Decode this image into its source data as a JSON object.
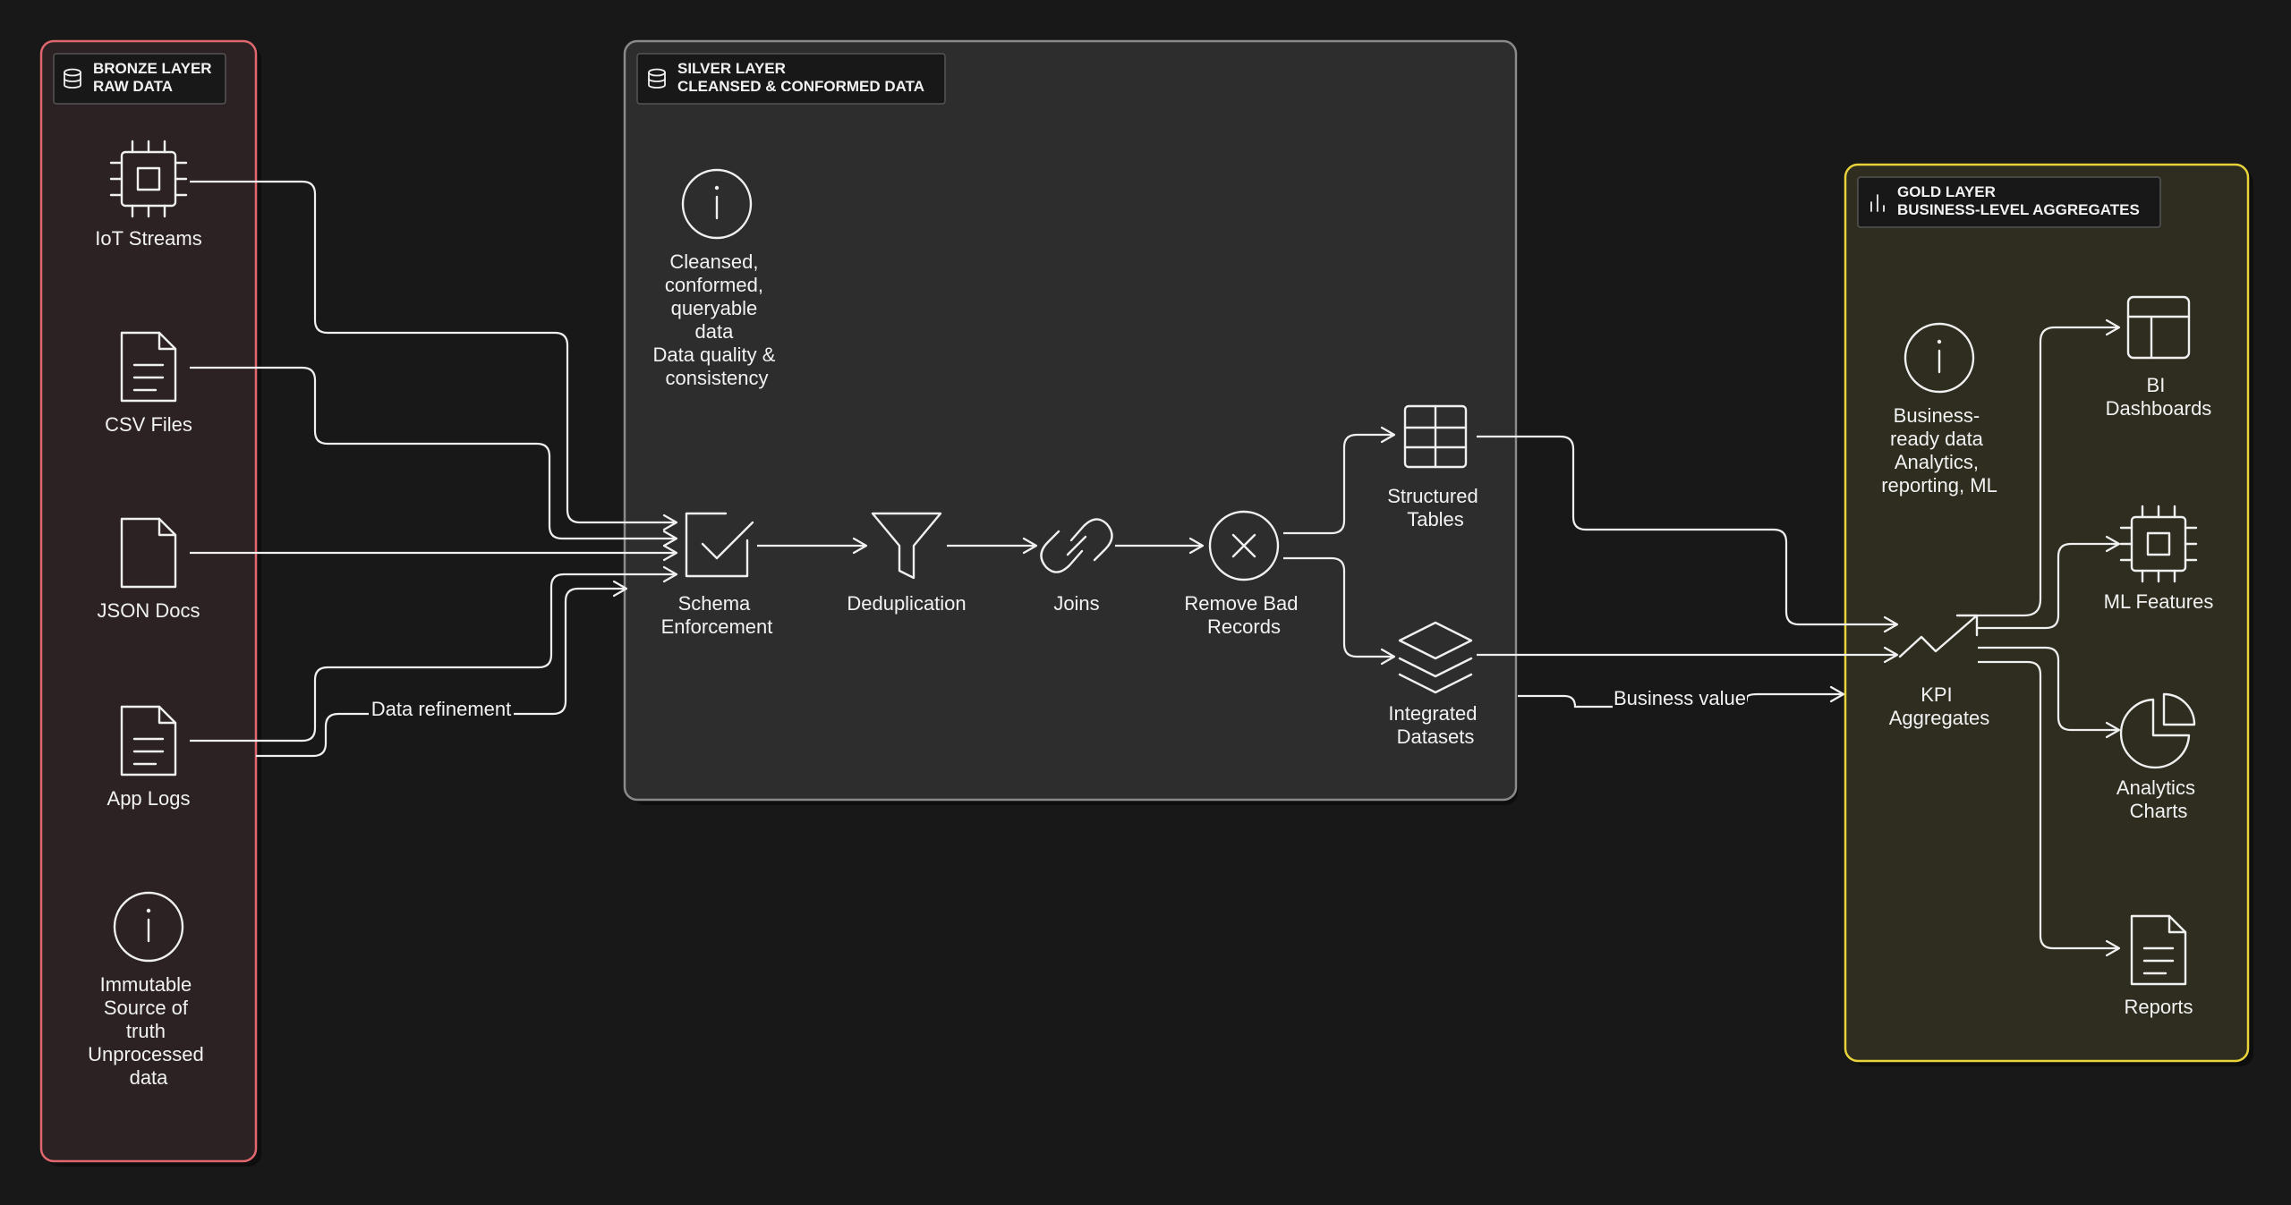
{
  "layers": {
    "bronze": {
      "title_line1": "BRONZE LAYER",
      "title_line2": "RAW DATA",
      "color": "#e0676d",
      "fill": "#2c2223"
    },
    "silver": {
      "title_line1": "SILVER LAYER",
      "title_line2": "CLEANSED & CONFORMED DATA",
      "color": "#8a8a8a",
      "fill": "#2d2d2d"
    },
    "gold": {
      "title_line1": "GOLD LAYER",
      "title_line2": "BUSINESS-LEVEL AGGREGATES",
      "color": "#e8d33a",
      "fill": "#2e2d1f"
    }
  },
  "bronze": {
    "iot": "IoT Streams",
    "csv": "CSV Files",
    "json": "JSON Docs",
    "logs": "App Logs",
    "info": [
      "Immutable",
      "Source of",
      "truth",
      "Unprocessed",
      "data"
    ]
  },
  "silver": {
    "info": [
      "Cleansed,",
      "conformed,",
      "queryable",
      "data",
      "Data quality &",
      "consistency"
    ],
    "schema": [
      "Schema",
      "Enforcement"
    ],
    "dedup": "Deduplication",
    "joins": "Joins",
    "remove": [
      "Remove Bad",
      "Records"
    ],
    "tables": [
      "Structured",
      "Tables"
    ],
    "datasets": [
      "Integrated",
      "Datasets"
    ]
  },
  "gold": {
    "info": [
      "Business-",
      "ready data",
      "Analytics,",
      "reporting, ML"
    ],
    "kpi": [
      "KPI",
      "Aggregates"
    ],
    "bi": [
      "BI",
      "Dashboards"
    ],
    "ml": "ML Features",
    "charts": [
      "Analytics",
      "Charts"
    ],
    "reports": "Reports"
  },
  "edge_labels": {
    "refinement": "Data refinement",
    "business": "Business value"
  }
}
